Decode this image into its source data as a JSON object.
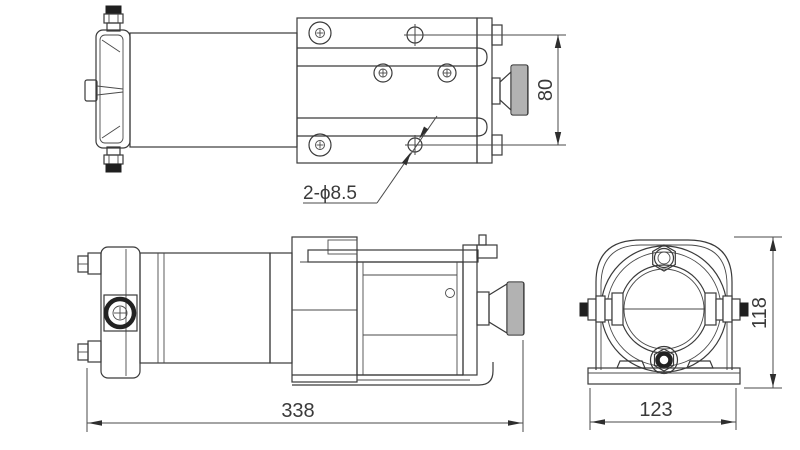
{
  "drawing": {
    "dimensions": {
      "mount_hole_spacing": "80",
      "overall_length": "338",
      "base_width": "123",
      "overall_height": "118"
    },
    "callouts": {
      "mount_holes": "2-ϕ8.5"
    },
    "colors": {
      "line": "#3a3a3a",
      "text": "#3a3a3a",
      "dark_fill": "#1f1f1f",
      "background": "#ffffff"
    }
  }
}
